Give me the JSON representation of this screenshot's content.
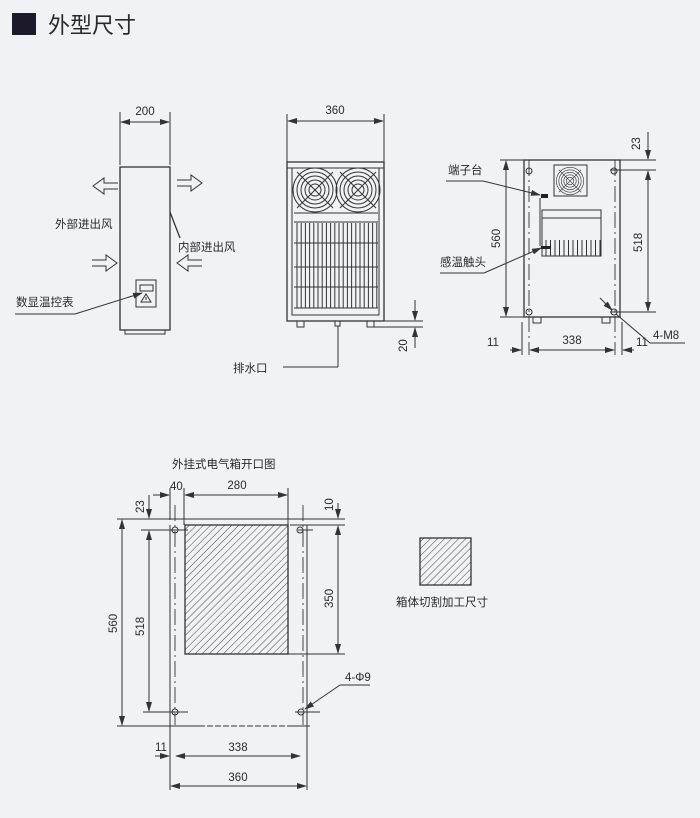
{
  "header": {
    "title": "外型尺寸",
    "bullet_icon": "square-bullet-icon"
  },
  "side_view": {
    "width_dim": "200",
    "outer_air_label": "外部进出风",
    "inner_air_label": "内部进出风",
    "thermostat_label": "数显温控表"
  },
  "front_view": {
    "width_dim": "360",
    "foot_dim": "20",
    "drain_label": "排水口"
  },
  "back_view": {
    "terminal_label": "端子台",
    "sensor_label": "感温触头",
    "height_dim": "560",
    "hole_span_dim": "518",
    "top_offset_dim": "23",
    "hole_width_dim": "338",
    "left_offset_dim": "11",
    "right_offset_dim": "11",
    "bolt_label": "4-M8"
  },
  "cutout": {
    "title": "外挂式电气箱开口图",
    "left_offset_dim": "40",
    "opening_width_dim": "280",
    "top_offset_dim": "23",
    "opening_top_dim": "10",
    "opening_height_dim": "350",
    "total_height_dim": "560",
    "hole_span_dim": "518",
    "hole_label": "4-Φ9",
    "edge_offset_dim": "11",
    "hole_width_dim": "338",
    "total_width_dim": "360"
  },
  "legend": {
    "label": "箱体切割加工尺寸"
  },
  "colors": {
    "background": "#f1f2f6",
    "ink": "#2a2a2a"
  }
}
